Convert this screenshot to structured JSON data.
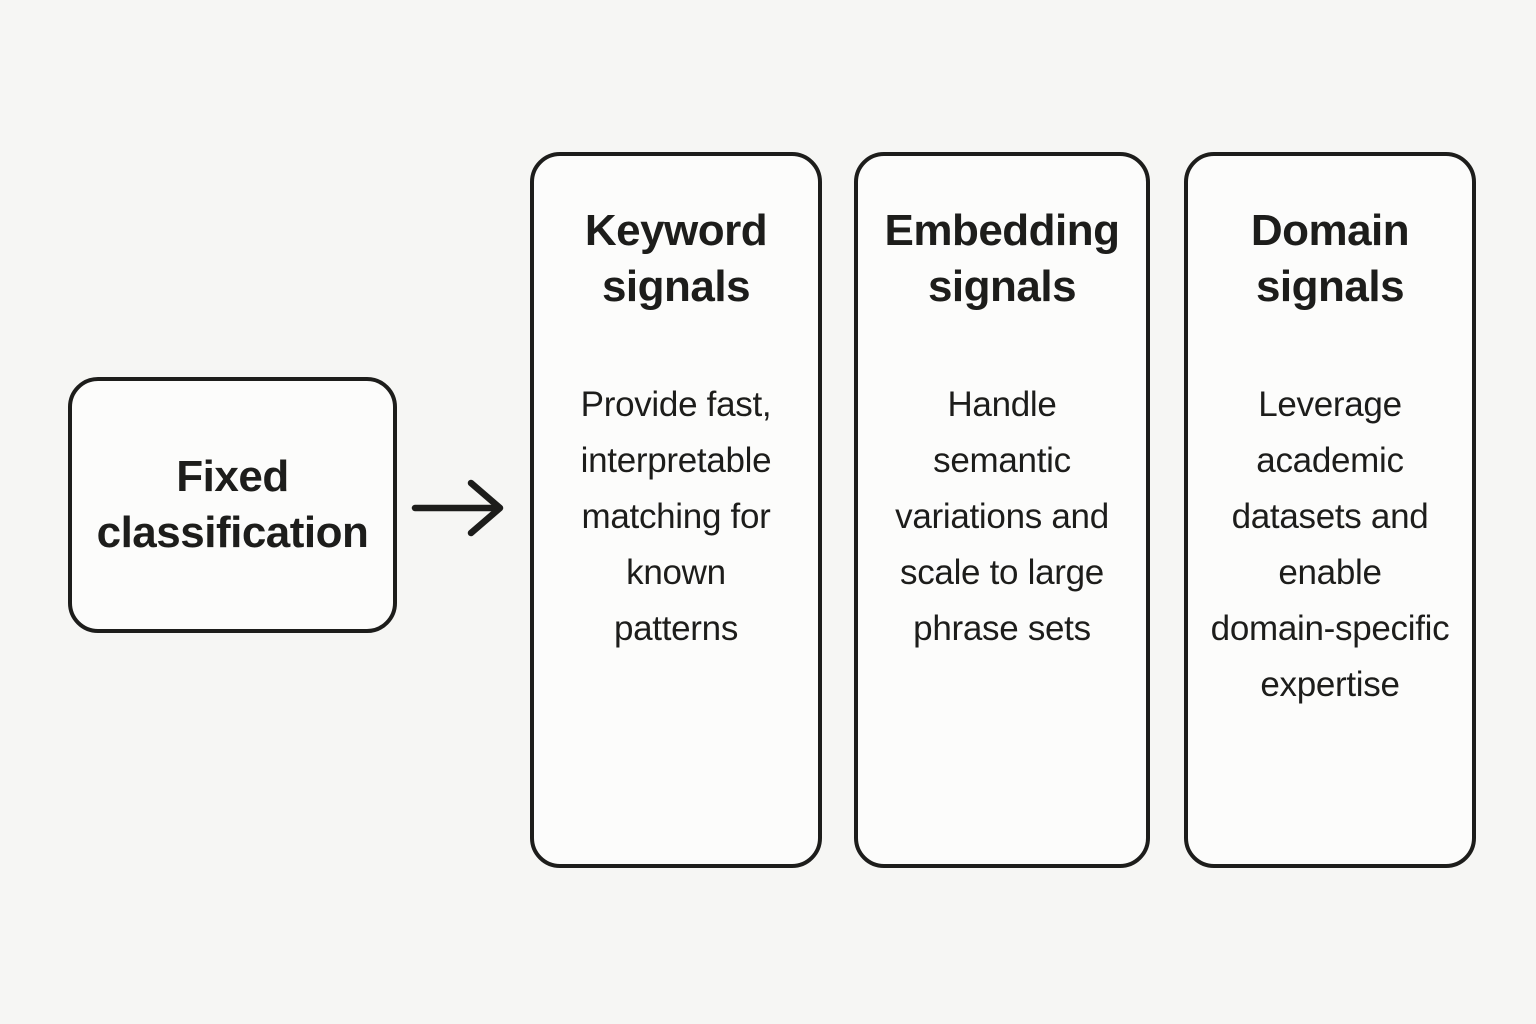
{
  "source_node": {
    "label": "Fixed\nclassification"
  },
  "arrow": {
    "name": "right-arrow",
    "direction": "right"
  },
  "signal_cards": [
    {
      "title": "Keyword\nsignals",
      "body": "Provide fast,\ninterpretable\nmatching for\nknown\npatterns"
    },
    {
      "title": "Embedding\nsignals",
      "body": "Handle\nsemantic\nvariations and\nscale to large\nphrase sets"
    },
    {
      "title": "Domain\nsignals",
      "body": "Leverage\nacademic\ndatasets and\nenable\ndomain-specific\nexpertise"
    }
  ],
  "colors": {
    "background": "#f6f6f4",
    "card_fill": "#fcfcfb",
    "ink": "#1d1d1b"
  }
}
